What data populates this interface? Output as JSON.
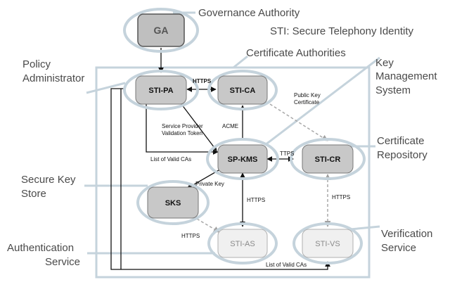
{
  "legend": {
    "acronym": "STI: Secure Telephony Identity"
  },
  "callouts": {
    "governance_authority": "Governance Authority",
    "certificate_authorities": "Certificate Authorities",
    "policy_administrator_line1": "Policy",
    "policy_administrator_line2": "Administrator",
    "key_management_line1": "Key",
    "key_management_line2": "Management",
    "key_management_line3": "System",
    "certificate_repository_line1": "Certificate",
    "certificate_repository_line2": "Repository",
    "secure_key_store_line1": "Secure Key",
    "secure_key_store_line2": "Store",
    "authentication_service_line1": "Authentication",
    "authentication_service_line2": "Service",
    "verification_service_line1": "Verification",
    "verification_service_line2": "Service"
  },
  "nodes": {
    "ga": "GA",
    "sti_pa": "STI-PA",
    "sti_ca": "STI-CA",
    "sp_kms": "SP-KMS",
    "sti_cr": "STI-CR",
    "sks": "SKS",
    "sti_as": "STI-AS",
    "sti_vs": "STI-VS"
  },
  "edges": {
    "pa_ca": "HTTPS",
    "ca_cr_line1": "Public Key",
    "ca_cr_line2": "Certificate",
    "acme": "ACME",
    "spvt_line1": "Service Provider",
    "spvt_line2": "Validation Token",
    "list_valid_cas_kms": "List of Valid CAs",
    "kms_cr": "TTPS",
    "private_key": "Private Key",
    "kms_as": "HTTPS",
    "cr_vs": "HTTPS",
    "sks_as": "HTTPS",
    "list_valid_cas_vs": "List of Valid CAs"
  },
  "colors": {
    "highlight_ring": "#c5d3dc",
    "box_dark": "#c8c8c8",
    "box_light": "#f0f0f0",
    "ga_fill": "#bfbfbf",
    "arrow_dark": "#111111",
    "arrow_dashed": "#b0b0b0",
    "text": "#4a4a4a"
  }
}
